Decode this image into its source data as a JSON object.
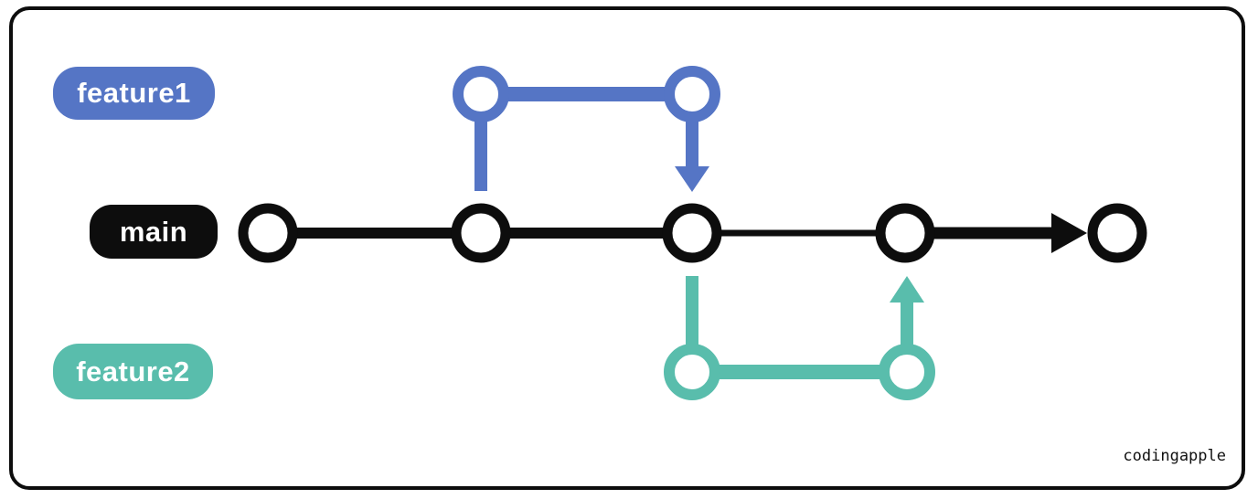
{
  "colors": {
    "blue": "#5575c5",
    "teal": "#59bdac",
    "black": "#0d0d0d",
    "white": "#ffffff",
    "background": "#ffffff"
  },
  "labels": {
    "feature1": "feature1",
    "main": "main",
    "feature2": "feature2"
  },
  "watermark": "codingapple",
  "graph": {
    "type": "git-branch-diagram",
    "branches": [
      {
        "name": "main",
        "color_key": "black",
        "commit_count": 5,
        "note": "arrow from commit 4 pointing to commit 5"
      },
      {
        "name": "feature1",
        "color_key": "blue",
        "commit_count": 2,
        "branches_from": "main commit 2",
        "merges_into": "main commit 3 (downward arrow)"
      },
      {
        "name": "feature2",
        "color_key": "teal",
        "commit_count": 2,
        "branches_from": "main commit 3",
        "merges_into": "main commit 4 (upward arrow)"
      }
    ]
  }
}
